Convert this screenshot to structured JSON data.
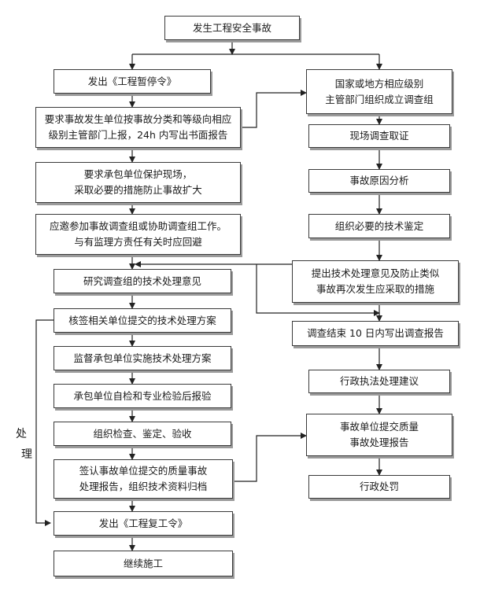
{
  "top": "发生工程安全事故",
  "left": [
    "发出《工程暂停令》",
    "要求事故发生单位按事故分类和等级向相应\n级别主管部门上报，24h 内写出书面报告",
    "要求承包单位保护现场，\n采取必要的措施防止事故扩大",
    "应邀参加事故调查组或协助调查组工作。\n与有监理方责任有关时应回避",
    "研究调查组的技术处理意见",
    "核签相关单位提交的技术处理方案",
    "监督承包单位实施技术处理方案",
    "承包单位自检和专业检验后报验",
    "组织检查、鉴定、验收",
    "签认事故单位提交的质量事故\n处理报告，组织技术资料归档",
    "发出《工程复工令》",
    "继续施工"
  ],
  "right": [
    "国家或地方相应级别\n主管部门组织成立调查组",
    "现场调查取证",
    "事故原因分析",
    "组织必要的技术鉴定",
    "提出技术处理意见及防止类似\n事故再次发生应采取的措施",
    "调查结束 10 日内写出调查报告",
    "行政执法处理建议",
    "事故单位提交质量\n事故处理报告",
    "行政处罚"
  ],
  "side_label": [
    "处",
    "理"
  ]
}
